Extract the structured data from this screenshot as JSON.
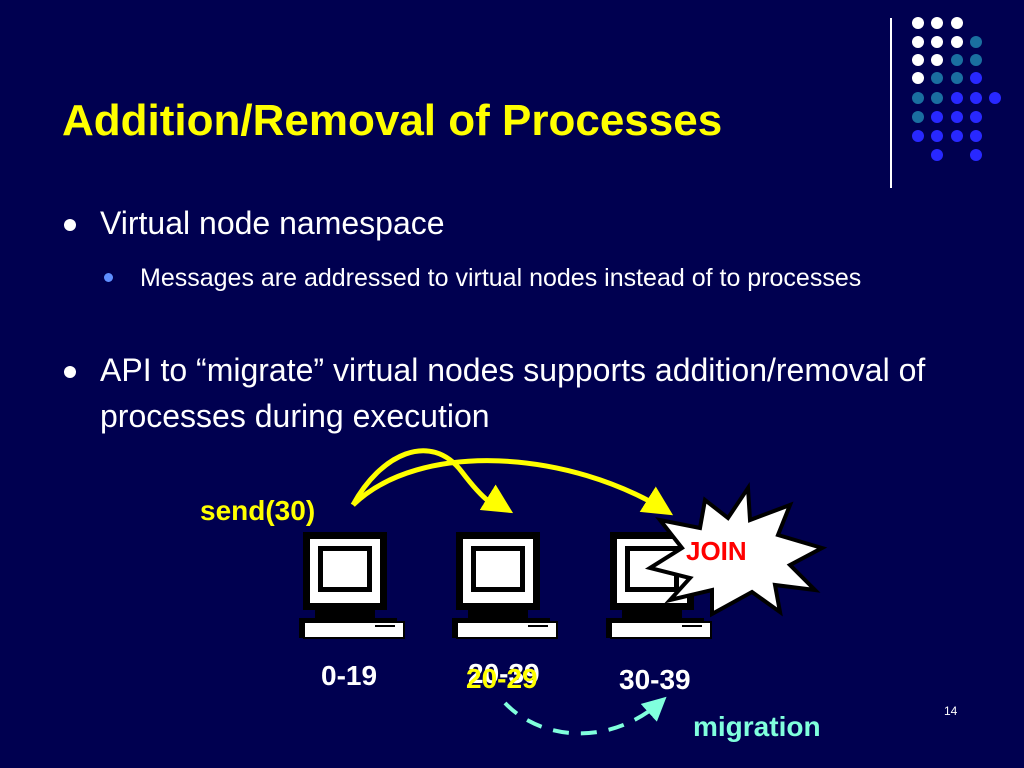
{
  "slide": {
    "title": "Addition/Removal of Processes",
    "number": "14"
  },
  "bullets": [
    {
      "text": "Virtual node namespace",
      "sub": [
        "Messages are addressed to virtual nodes instead of to processes"
      ]
    },
    {
      "text": "API to “migrate” virtual nodes supports addition/removal of processes during execution"
    }
  ],
  "diagram": {
    "send_label": "send(30)",
    "join_label": "JOIN",
    "migration_label": "migration",
    "nodes": [
      {
        "range": "0-19"
      },
      {
        "range": "20-29",
        "overlay_range": "20-39"
      },
      {
        "range": "30-39"
      }
    ]
  },
  "colors": {
    "background": "#000050",
    "title": "#ffff00",
    "arrow": "#ffff00",
    "join_text": "#ff0000",
    "migration": "#80ffdd",
    "dot_white": "#ffffff",
    "dot_teal": "#1a6fa0",
    "dot_blue": "#2828ff"
  },
  "icons": [
    "computer-icon",
    "starburst-icon",
    "curved-arrow-icon",
    "dashed-arrow-icon"
  ]
}
